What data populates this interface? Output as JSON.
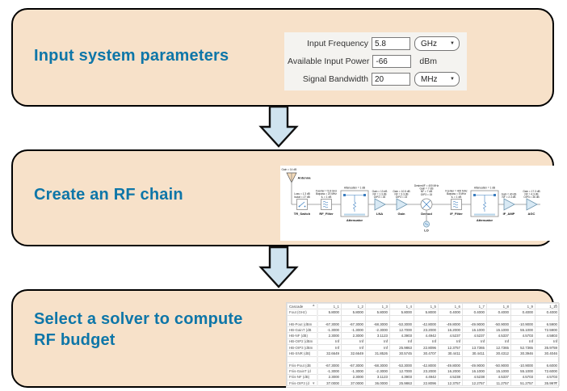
{
  "accent_color": "#0e76a8",
  "box_fill_color": "#f7e1c9",
  "arrow_fill_color": "#cfe3ef",
  "step1": {
    "title": "Input system parameters",
    "form": {
      "rows": [
        {
          "label": "Input Frequency",
          "value": "5.8",
          "unit": "GHz",
          "unit_type": "dropdown"
        },
        {
          "label": "Available Input Power",
          "value": "-66",
          "unit": "dBm",
          "unit_type": "text"
        },
        {
          "label": "Signal Bandwidth",
          "value": "20",
          "unit": "MHz",
          "unit_type": "dropdown"
        }
      ]
    }
  },
  "step2": {
    "title": "Create an RF chain",
    "rf": {
      "components": [
        {
          "name": "Antenna",
          "params": [
            "Gain = 14 dB"
          ]
        },
        {
          "name": "TR_Switch",
          "params": [
            "Loss = 1.3 dB",
            "Isolat = 27 dB"
          ]
        },
        {
          "name": "RF_Filter",
          "params": [
            "Fcenter = 5.8 GHz",
            "Bwpass = 20 MHz",
            "IL = 1 dB"
          ]
        },
        {
          "name": "Attenuator",
          "params": [
            "Attenuation = 1 dB"
          ]
        },
        {
          "name": "LNA",
          "params": [
            "Gain = 13 dB",
            "NF = 1.3 dB",
            "OIP3 = 26"
          ]
        },
        {
          "name": "Gain",
          "params": [
            "Gain = 10.5 dB",
            "NF = 3.3 dB",
            "OIP3 = 23"
          ]
        },
        {
          "name": "Demod",
          "params": [
            "DesiredIF = 400 MHz",
            "Gain = 7 dB",
            "NF = 7 dB",
            "OIP3 = 15"
          ]
        },
        {
          "name": "LO",
          "params": []
        },
        {
          "name": "IF_Filter",
          "params": [
            "Fcenter = 400 MHz",
            "Bwpass = 5 MHz",
            "IL = 1 dB"
          ]
        },
        {
          "name": "Attenuator",
          "params": [
            "Attenuation = 1 dB"
          ]
        },
        {
          "name": "IF_AMP",
          "params": [
            "Gain = 40 dB",
            "NF = 2.3 dB"
          ]
        },
        {
          "name": "AGC",
          "params": [
            "Gain = 17.3 dB",
            "NF = 4.3 dB",
            "OIP3 = 36 dB"
          ]
        }
      ]
    }
  },
  "step3": {
    "title_line1": "Select a solver to compute",
    "title_line2": "RF budget",
    "table": {
      "corner": "Cascade",
      "col_headers": [
        "1_1",
        "1_2",
        "1_3",
        "1_4",
        "1_5",
        "1_6",
        "1_7",
        "1_8",
        "1_9",
        "1_10"
      ],
      "rows": [
        {
          "label": "Fout (GHz)",
          "values": [
            "5.8000",
            "5.8000",
            "5.8000",
            "5.8000",
            "5.8000",
            "0.4000",
            "0.4000",
            "0.4000",
            "0.4000",
            "0.4000"
          ]
        },
        {
          "label": "",
          "values": [
            "",
            "",
            "",
            "",
            "",
            "",
            "",
            "",
            "",
            ""
          ]
        },
        {
          "label": "HB-Pout (dBm",
          "values": [
            "-67.3000",
            "-67.3000",
            "-68.3000",
            "-53.3000",
            "-42.8000",
            "-49.8000",
            "-49.9000",
            "-50.9000",
            "-10.9000",
            "6.5900"
          ]
        },
        {
          "label": "HB-GainT (dB",
          "values": [
            "-1.3000",
            "-1.3000",
            "-2.3000",
            "12.7000",
            "23.2000",
            "16.2000",
            "16.1000",
            "15.1000",
            "55.1000",
            "72.5900"
          ]
        },
        {
          "label": "HB-NF (dB)",
          "values": [
            "2.3000",
            "2.3000",
            "3.1123",
            "4.3903",
            "4.4942",
            "4.5237",
            "4.5237",
            "4.5337",
            "4.5703",
            "4.5803"
          ]
        },
        {
          "label": "HB-OIP2 (dBm",
          "values": [
            "Inf",
            "Inf",
            "Inf",
            "Inf",
            "Inf",
            "Inf",
            "Inf",
            "Inf",
            "Inf",
            "Inf"
          ]
        },
        {
          "label": "HB-OIP3 (dBm",
          "values": [
            "Inf",
            "Inf",
            "Inf",
            "25.9863",
            "22.8096",
            "12.3757",
            "13.7365",
            "12.7365",
            "52.7365",
            "35.9759"
          ]
        },
        {
          "label": "HB-SNR (dB)",
          "values": [
            "32.6649",
            "32.6649",
            "31.8526",
            "30.5745",
            "30.4707",
            "30.4411",
            "30.4411",
            "30.4312",
            "30.3946",
            "30.4046"
          ]
        },
        {
          "label": "",
          "values": [
            "",
            "",
            "",
            "",
            "",
            "",
            "",
            "",
            "",
            ""
          ]
        },
        {
          "label": "Friis-Pout (dB",
          "values": [
            "-67.3000",
            "-67.3000",
            "-68.3000",
            "-53.3000",
            "-42.8000",
            "-49.8000",
            "-49.9000",
            "-50.9000",
            "-10.9000",
            "6.6000"
          ]
        },
        {
          "label": "Friis-GainT (d",
          "values": [
            "-1.3000",
            "-1.3000",
            "-2.3000",
            "12.7000",
            "23.2000",
            "16.2000",
            "16.1000",
            "15.1000",
            "55.1000",
            "72.6000"
          ]
        },
        {
          "label": "Friis-NF (dB)",
          "values": [
            "2.3000",
            "2.3000",
            "3.1123",
            "4.3903",
            "4.4942",
            "4.5238",
            "4.5238",
            "4.5337",
            "4.5703",
            "4.5703"
          ]
        },
        {
          "label": "Friis-OIP3 (d",
          "values": [
            "37.0000",
            "37.0000",
            "36.0000",
            "25.9863",
            "22.8096",
            "12.3757",
            "12.2757",
            "11.2757",
            "51.2757",
            "35.9977"
          ]
        }
      ]
    }
  }
}
